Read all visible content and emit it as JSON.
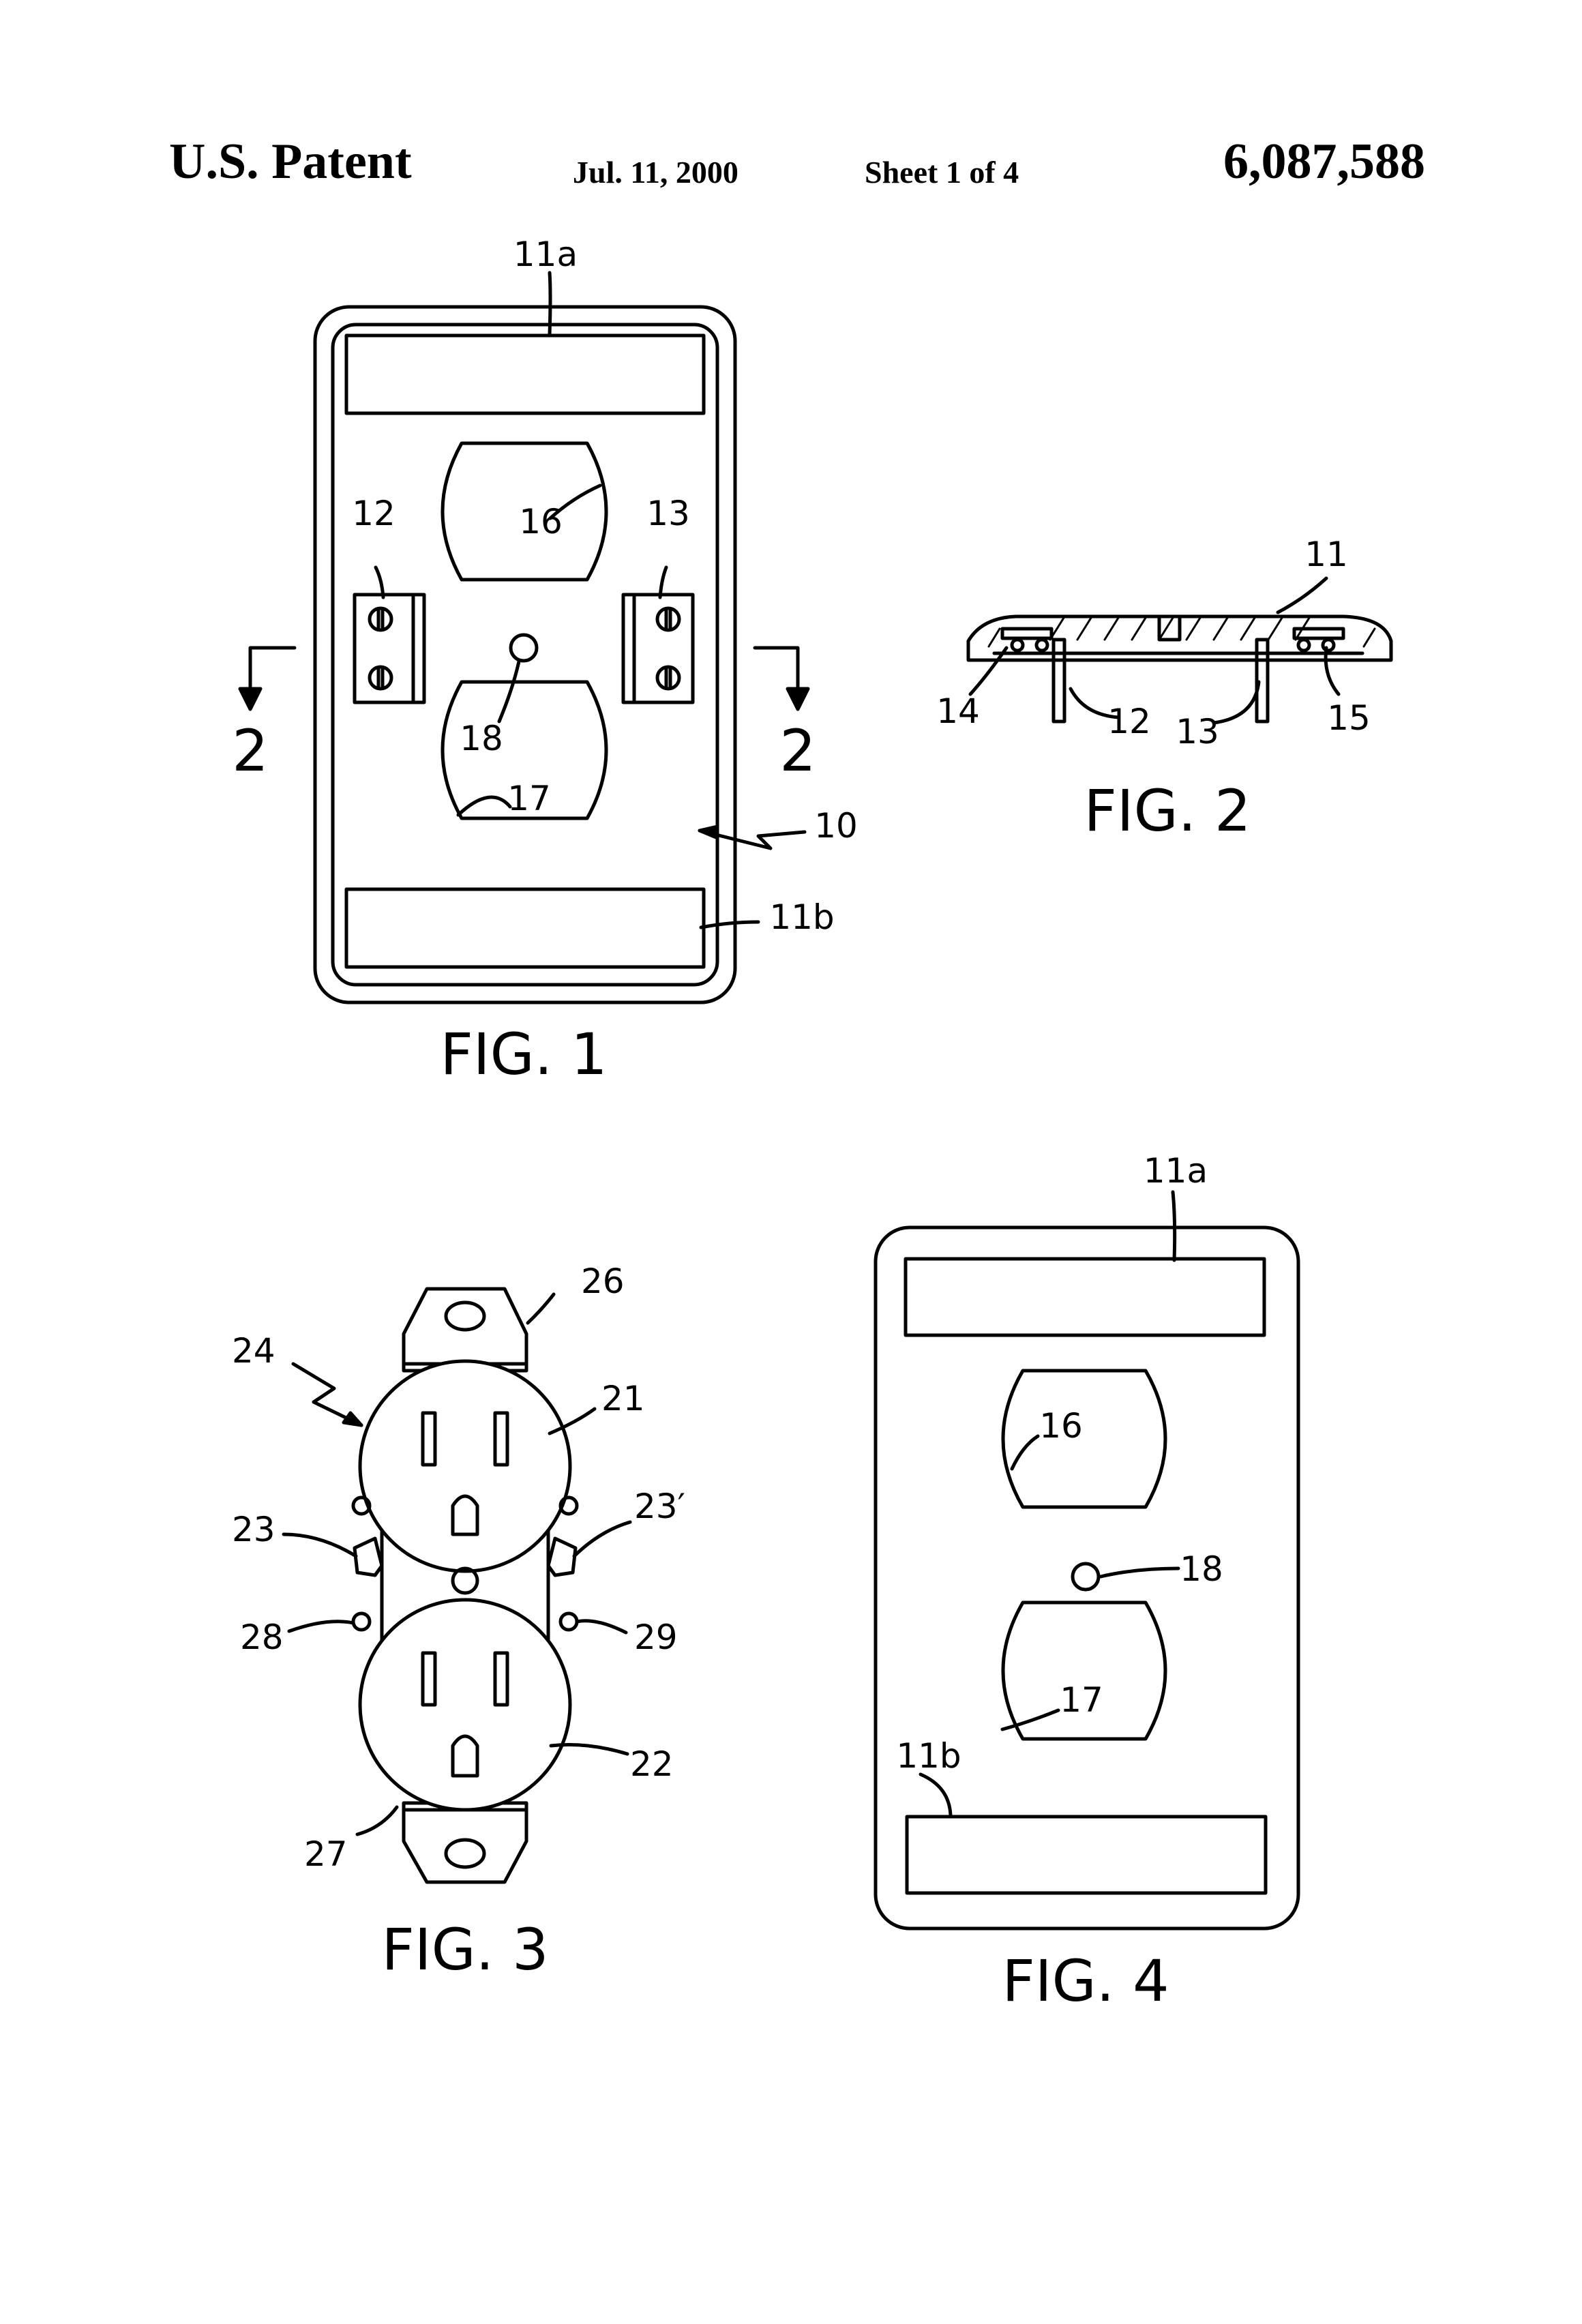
{
  "header": {
    "office": "U.S. Patent",
    "date": "Jul. 11, 2000",
    "sheet": "Sheet 1 of 4",
    "patent_number": "6,087,588"
  },
  "figures": {
    "fig1": {
      "caption": "FIG. 1",
      "labels": {
        "top_recess": "11a",
        "bottom_recess": "11b",
        "upper_opening": "16",
        "lower_opening": "17",
        "center_hole": "18",
        "left_bracket": "12",
        "right_bracket": "13",
        "assembly": "10",
        "section_left": "2",
        "section_right": "2"
      }
    },
    "fig2": {
      "caption": "FIG. 2",
      "labels": {
        "plate": "11",
        "left_edge": "14",
        "left_leg": "12",
        "right_leg": "13",
        "right_edge": "15"
      }
    },
    "fig3": {
      "caption": "FIG. 3",
      "labels": {
        "receptacle": "24",
        "top_strap": "26",
        "upper_outlet": "21",
        "left_terminal": "23",
        "right_terminal": "23′",
        "left_screw": "28",
        "right_screw": "29",
        "lower_outlet": "22",
        "bottom_strap": "27"
      }
    },
    "fig4": {
      "caption": "FIG. 4",
      "labels": {
        "top_recess": "11a",
        "upper_opening": "16",
        "center_hole": "18",
        "lower_opening": "17",
        "bottom_recess": "11b"
      }
    }
  }
}
